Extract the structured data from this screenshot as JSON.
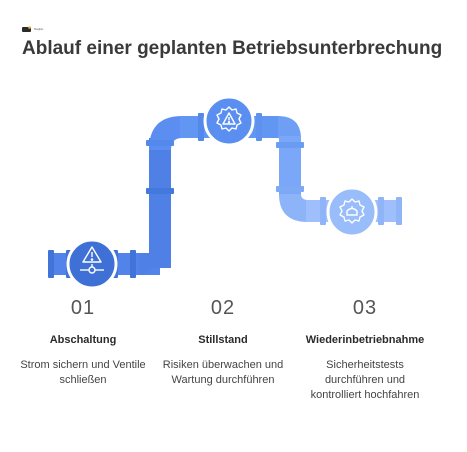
{
  "logo": {
    "text": "Napkin"
  },
  "title": "Ablauf einer geplanten Betriebsunterbrechung",
  "colors": {
    "pipe_dark": "#4e80e6",
    "pipe_mid": "#5f93f2",
    "pipe_light": "#9cbdfb",
    "text": "#3a3a3a"
  },
  "steps": [
    {
      "number": "01",
      "title": "Abschaltung",
      "description": "Strom sichern und Ventile schließen",
      "icon": "warning-valve-icon"
    },
    {
      "number": "02",
      "title": "Stillstand",
      "description": "Risiken überwachen und Wartung durchführen",
      "icon": "gear-warning-icon"
    },
    {
      "number": "03",
      "title": "Wiederinbetriebnahme",
      "description": "Sicherheitstests durchführen und kontrolliert hochfahren",
      "icon": "gear-restart-icon"
    }
  ]
}
